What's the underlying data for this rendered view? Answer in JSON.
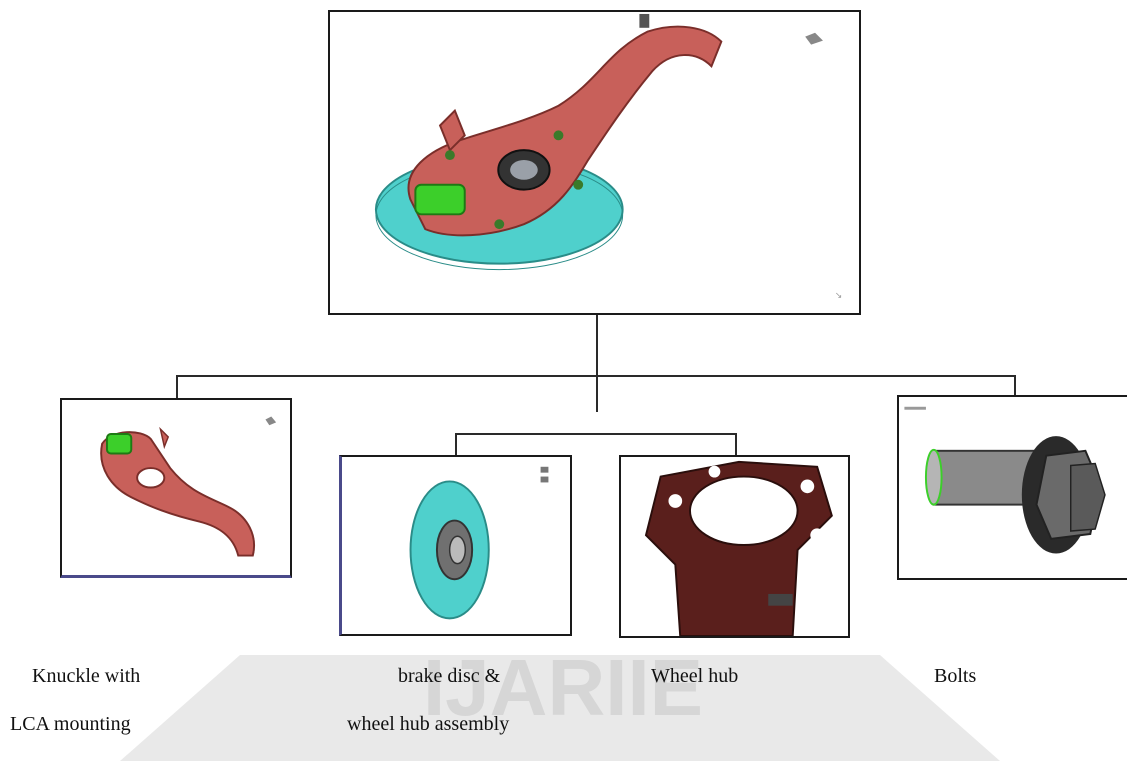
{
  "watermark": {
    "text": "IJARIIE"
  },
  "captions": {
    "knuckle_line1": "Knuckle with",
    "knuckle_line2": "LCA mounting",
    "brake_line1": "brake disc &",
    "brake_line2": "wheel hub assembly",
    "hub": "Wheel hub",
    "bolts": "Bolts"
  },
  "colors": {
    "knuckle": "#c8605a",
    "disc": "#4fd0cc",
    "hub": "#5a1f1c",
    "bolt": "#8a8a8a",
    "highlight": "#3ccf2a"
  }
}
